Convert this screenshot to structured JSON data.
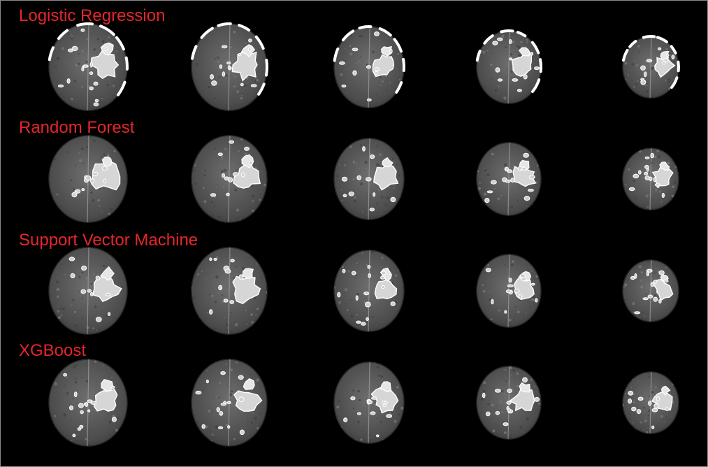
{
  "figure": {
    "background_color": "#000000",
    "label_color": "#e5262b",
    "rows": [
      {
        "label": "Logistic Regression",
        "slices": 5
      },
      {
        "label": "Random Forest",
        "slices": 5
      },
      {
        "label": "Support Vector Machine",
        "slices": 5
      },
      {
        "label": "XGBoost",
        "slices": 5
      }
    ]
  }
}
